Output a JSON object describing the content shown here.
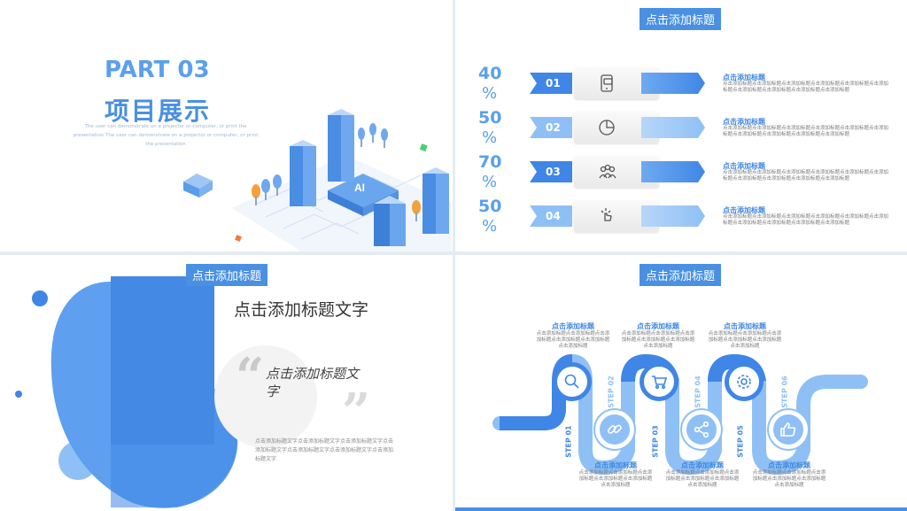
{
  "slide1": {
    "part": "PART 03",
    "title": "项目展示",
    "subtitle": "The user can demonstrate on a projector or computer, or print the presentation The user can demonstrate on a projector or computer, or print the presentation",
    "ai_label": "AI"
  },
  "slide2": {
    "tab": "点击添加标题",
    "rows": [
      {
        "pct1": "40",
        "pct2": "%",
        "num": "01",
        "icon": "phone-chat-icon",
        "head": "点击添加标题",
        "body": "点击添加标题点击添加标题点击添加标题点击添加标题点击添加标题点击添加标题点击添加标题点击添加标题点击添加标题点击添加标题"
      },
      {
        "pct1": "50",
        "pct2": "%",
        "num": "02",
        "icon": "pie-chart-icon",
        "head": "点击添加标题",
        "body": "点击添加标题点击添加标题点击添加标题点击添加标题点击添加标题点击添加标题点击添加标题点击添加标题点击添加标题点击添加标题"
      },
      {
        "pct1": "70",
        "pct2": "%",
        "num": "03",
        "icon": "team-icon",
        "head": "点击添加标题",
        "body": "点击添加标题点击添加标题点击添加标题点击添加标题点击添加标题点击添加标题点击添加标题点击添加标题点击添加标题点击添加标题"
      },
      {
        "pct1": "50",
        "pct2": "%",
        "num": "04",
        "icon": "click-icon",
        "head": "点击添加标题",
        "body": "点击添加标题点击添加标题点击添加标题点击添加标题点击添加标题点击添加标题点击添加标题点击添加标题点击添加标题点击添加标题"
      }
    ]
  },
  "slide3": {
    "tab": "点击添加标题",
    "heading": "点击添加标题文字",
    "quote": "点击添加标题文字",
    "open_quote": "“",
    "close_quote": "”",
    "body": "点击添加标题文字点击添加标题文字点击添加标题文字点击添加标题文字点击添加标题文字点击添加标题文字点击添加标题文字"
  },
  "slide4": {
    "tab": "点击添加标题",
    "steps": [
      {
        "label": "STEP 01",
        "icon": "search-icon"
      },
      {
        "label": "STEP 02",
        "icon": "link-icon"
      },
      {
        "label": "STEP 03",
        "icon": "cart-icon"
      },
      {
        "label": "STEP 04",
        "icon": "share-icon"
      },
      {
        "label": "STEP 05",
        "icon": "gear-icon"
      },
      {
        "label": "STEP 06",
        "icon": "thumbs-up-icon"
      }
    ],
    "top_notes": [
      {
        "head": "点击添加标题",
        "body": "点击添加标题点击添加标题点击添加标题点击添加标题点击添加标题点击添加标题"
      },
      {
        "head": "点击添加标题",
        "body": "点击添加标题点击添加标题点击添加标题点击添加标题点击添加标题点击添加标题"
      },
      {
        "head": "点击添加标题",
        "body": "点击添加标题点击添加标题点击添加标题点击添加标题点击添加标题点击添加标题"
      }
    ],
    "bottom_notes": [
      {
        "head": "点击添加标题",
        "body": "点击添加标题点击添加标题点击添加标题点击添加标题点击添加标题点击添加标题"
      },
      {
        "head": "点击添加标题",
        "body": "点击添加标题点击添加标题点击添加标题点击添加标题点击添加标题点击添加标题"
      },
      {
        "head": "点击添加标题",
        "body": "点击添加标题点击添加标题点击添加标题点击添加标题点击添加标题点击添加标题"
      }
    ]
  },
  "colors": {
    "accent": "#4a90e2",
    "light": "#8fc0f5",
    "dark": "#2f6fd6"
  }
}
